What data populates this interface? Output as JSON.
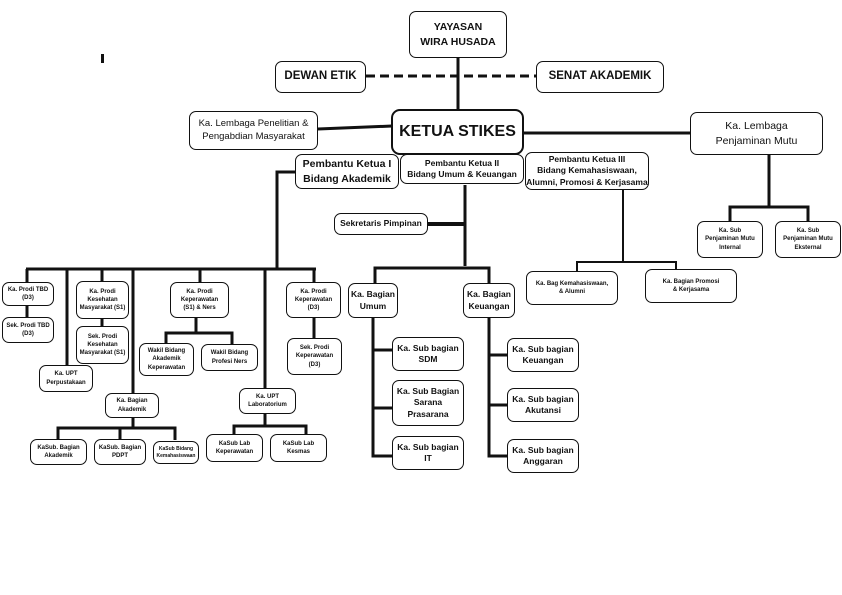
{
  "chart": {
    "top": {
      "yayasan": "YAYASAN\nWIRA HUSADA",
      "dewan_etik": "DEWAN ETIK",
      "senat": "SENAT AKADEMIK",
      "ketua": "KETUA STIKES",
      "lppm": "Ka. Lembaga Penelitian &\nPengabdian Masyarakat",
      "lpm": "Ka. Lembaga\nPenjaminan Mutu"
    },
    "lpm_children": [
      "Ka. Sub\nPenjaminan Mutu\nInternal",
      "Ka. Sub\nPenjaminan Mutu\nEksternal"
    ],
    "puket1": {
      "label": "Pembantu Ketua I\nBidang Akademik",
      "prodi_tbd": "Ka. Prodi TBD\n(D3)",
      "sek_tbd": "Sek. Prodi TBD\n(D3)",
      "prodi_kesmas": "Ka. Prodi\nKesehatan\nMasyarakat (S1)",
      "sek_kesmas": "Sek. Prodi\nKesehatan\nMasyarakat (S1)",
      "upt_perpus": "Ka. UPT\nPerpustakaan",
      "prodi_kep_s1": "Ka. Prodi\nKeperawatan\n(S1) & Ners",
      "wakil_akademik": "Wakil Bidang\nAkademik\nKeperawatan",
      "wakil_ners": "Wakil Bidang\nProfesi Ners",
      "bagian_akademik": "Ka. Bagian\nAkademik",
      "kasub_akademik": "KaSub. Bagian\nAkademik",
      "kasub_pdpt": "KaSub. Bagian\nPDPT",
      "kasub_kemahasiswaan": "KaSub Bidang\nKemahasiswaan",
      "upt_lab": "Ka. UPT\nLaboratorium",
      "lab_kep": "KaSub Lab\nKeperawatan",
      "lab_kesmas": "KaSub Lab\nKesmas",
      "prodi_kep_d3": "Ka. Prodi\nKeperawatan\n(D3)",
      "sek_kep_d3": "Sek. Prodi\nKeperawatan\n(D3)"
    },
    "puket2": {
      "label": "Pembantu Ketua II\nBidang Umum & Keuangan",
      "sekretaris": "Sekretaris Pimpinan",
      "bagian_umum": "Ka. Bagian\nUmum",
      "bagian_keuangan": "Ka. Bagian\nKeuangan",
      "umum_children": [
        "Ka. Sub bagian\nSDM",
        "Ka. Sub Bagian\nSarana\nPrasarana",
        "Ka. Sub bagian\nIT"
      ],
      "keuangan_children": [
        "Ka. Sub bagian\nKeuangan",
        "Ka. Sub bagian\nAkutansi",
        "Ka. Sub bagian\nAnggaran"
      ]
    },
    "puket3": {
      "label": "Pembantu Ketua III\nBidang Kemahasiswaan,\nAlumni, Promosi & Kerjasama",
      "bag_kemahasiswaan": "Ka. Bag Kemahasiswaan,\n& Alumni",
      "bag_promosi": "Ka. Bagian Promosi\n& Kerjasama"
    }
  }
}
